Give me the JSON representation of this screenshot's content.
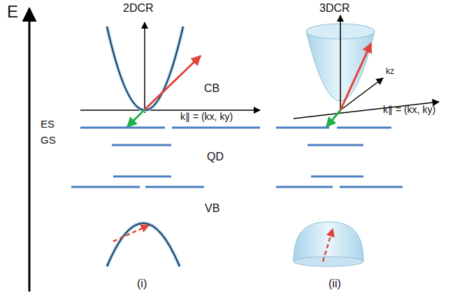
{
  "diagram": {
    "labels": [
      "E",
      "2DCR",
      "3DCR",
      "CB",
      "k∥ = (kx, ky)",
      "k∥ = (kx, ky)",
      "kz",
      "ES",
      "GS",
      "QD",
      "VB",
      "(i)",
      "(ii)"
    ]
  }
}
